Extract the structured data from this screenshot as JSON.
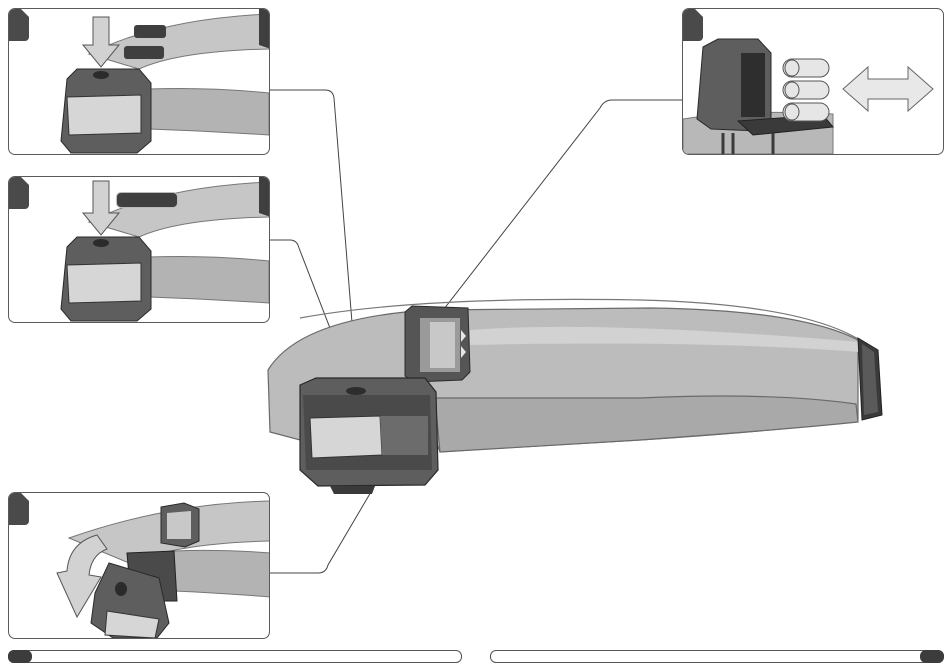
{
  "figure": {
    "panels": [
      {
        "id": "on-off",
        "button_badges": [
          "",
          ""
        ]
      },
      {
        "id": "mode",
        "button_badges": [
          ""
        ]
      },
      {
        "id": "battery"
      },
      {
        "id": "tilt"
      }
    ]
  },
  "footer": {
    "left_bar": "",
    "right_bar": ""
  },
  "colors": {
    "strap": "#b9b9b9",
    "strap_edge": "#6a6a6a",
    "housing": "#5e5e5e",
    "housing_dark": "#3a3a3a",
    "lens": "#d6d6d6",
    "badge": "#3f3f3f",
    "arrow": "#d2d2d2"
  }
}
